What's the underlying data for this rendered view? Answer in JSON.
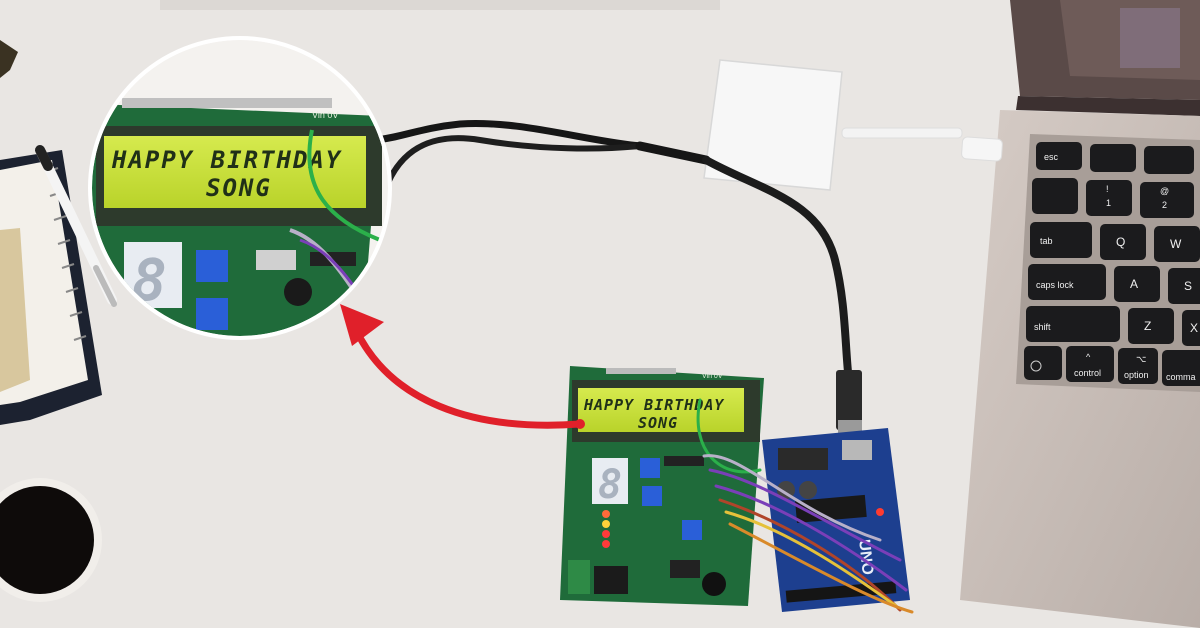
{
  "lcd": {
    "line1": "HAPPY BIRTHDAY",
    "line2": "SONG"
  },
  "seven_segment_digit": "8",
  "board_silkscreen": "Vin 0V",
  "arduino_label": "UNO",
  "keyboard": {
    "esc": "esc",
    "tab": "tab",
    "caps": "caps lock",
    "shift": "shift",
    "control": "control",
    "option": "option",
    "command": "comma",
    "opt_symbol": "⌥",
    "ctrl_symbol": "^",
    "letters": [
      "Q",
      "W",
      "A",
      "S",
      "Z",
      "X"
    ],
    "numbers": [
      "!",
      "1",
      "@",
      "2"
    ]
  },
  "colors": {
    "background": "#e9e6e3",
    "lcd_screen": "#c9e03a",
    "pcb_green": "#1f6b3a",
    "arduino_blue": "#1d3f8f",
    "arrow_red": "#e0202a",
    "laptop_silver": "#c8c0ba"
  }
}
